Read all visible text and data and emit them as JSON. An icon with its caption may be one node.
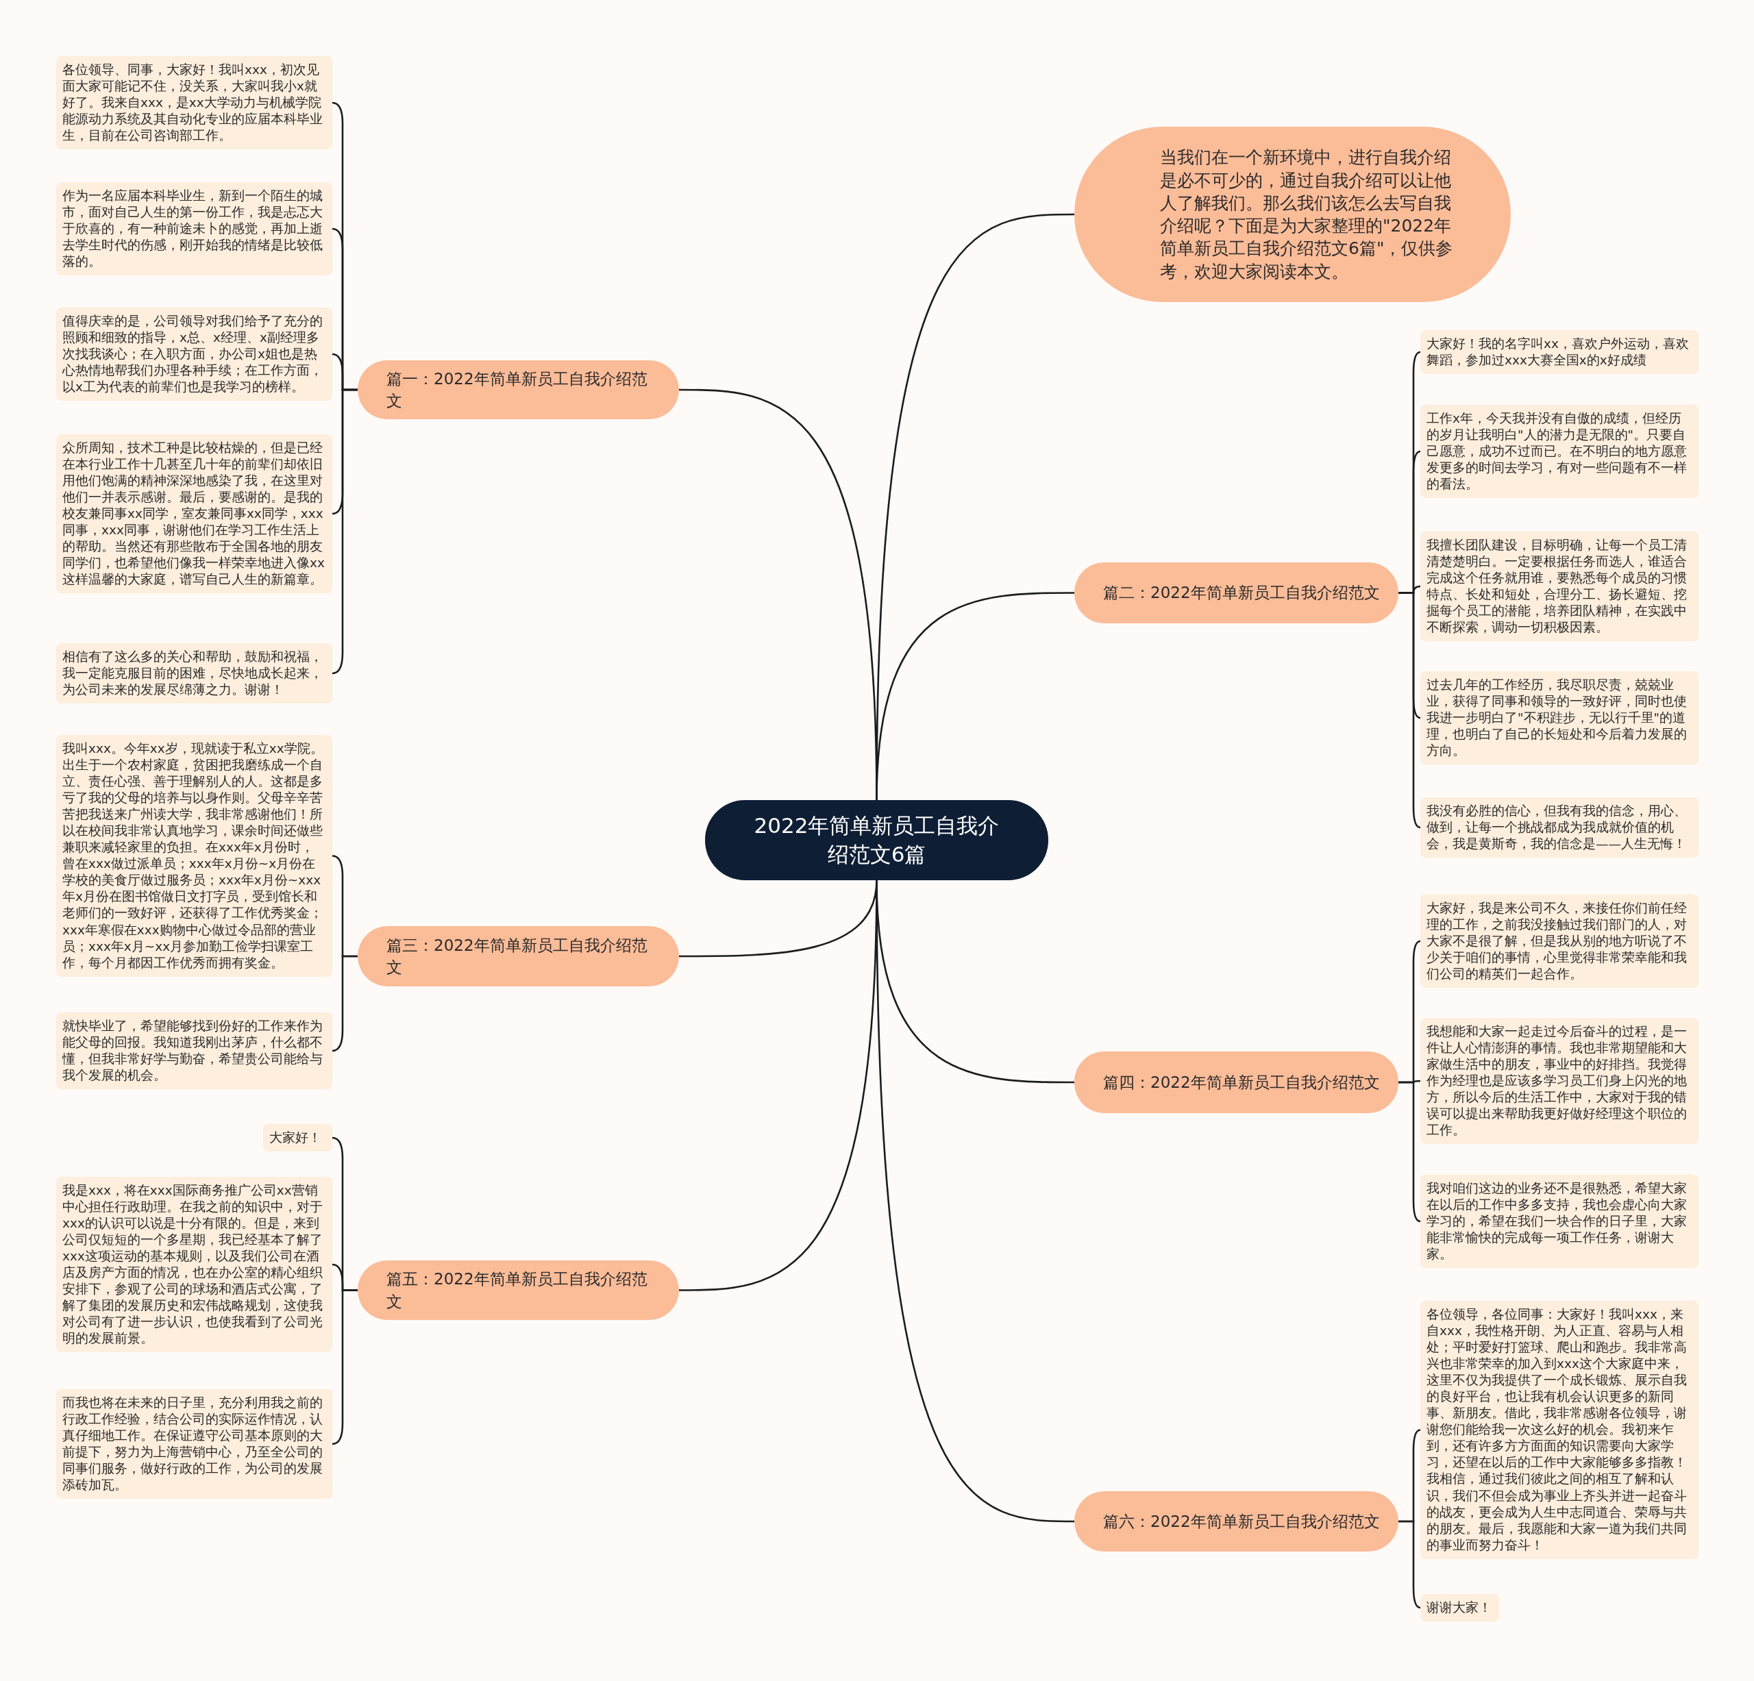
{
  "diagram": {
    "nodes": [
      {
        "text": [
          "2022年简单新员工自我介绍范文6篇"
        ]
      },
      {
        "text": [
          "当我们在一个新环境中，进行自我介绍是必不可少的，通过自我介绍可以让他人了解我们。那么我们该怎么去写自我介绍呢？下面是为大家整理的\"2022年简单新员工自我介绍范文6篇\"，仅供参考，欢迎大家阅读本文。"
        ]
      },
      {
        "text": [
          "篇一：2022年简单新员工自我介绍范文"
        ]
      },
      {
        "text": [
          "各位领导、同事，大家好！我叫xxx，初次见面大家可能记不住，没关系，大家叫我小x就好了。我来自xxx，是xx大学动力与机械学院能源动力系统及其自动化专业的应届本科毕业生，目前在公司咨询部工作。"
        ]
      },
      {
        "text": [
          "作为一名应届本科毕业生，新到一个陌生的城市，面对自己人生的第一份工作，我是忐忑大于欣喜的，有一种前途未卜的感觉，再加上逝去学生时代的伤感，刚开始我的情绪是比较低落的。"
        ]
      },
      {
        "text": [
          "值得庆幸的是，公司领导对我们给予了充分的照顾和细致的指导，x总、x经理、x副经理多次找我谈心；在入职方面，办公司x姐也是热心热情地帮我们办理各种手续；在工作方面，以x工为代表的前辈们也是我学习的榜样。"
        ]
      },
      {
        "text": [
          "众所周知，技术工种是比较枯燥的，但是已经在本行业工作十几甚至几十年的前辈们却依旧用他们饱满的精神深深地感染了我，在这里对他们一并表示感谢。最后，要感谢的。是我的校友兼同事xx同学，室友兼同事xx同学，xxx同事，xxx同事，谢谢他们在学习工作生活上的帮助。当然还有那些散布于全国各地的朋友同学们，也希望他们像我一样荣幸地进入像xx这样温馨的大家庭，谱写自己人生的新篇章。"
        ]
      },
      {
        "text": [
          "相信有了这么多的关心和帮助，鼓励和祝福，我一定能克服目前的困难，尽快地成长起来，为公司未来的发展尽绵薄之力。谢谢！"
        ]
      },
      {
        "text": [
          "篇二：2022年简单新员工自我介绍范文"
        ]
      },
      {
        "text": [
          "大家好！我的名字叫xx，喜欢户外运动，喜欢舞蹈，参加过xxx大赛全国x的x好成绩"
        ]
      },
      {
        "text": [
          "工作x年，今天我并没有自傲的成绩，但经历的岁月让我明白\"人的潜力是无限的\"。只要自己愿意，成功不过而已。在不明白的地方愿意发更多的时间去学习，有对一些问题有不一样的看法。"
        ]
      },
      {
        "text": [
          "我擅长团队建设，目标明确，让每一个员工清清楚楚明白。一定要根据任务而选人，谁适合完成这个任务就用谁，要熟悉每个成员的习惯特点、长处和短处，合理分工、扬长避短、挖掘每个员工的潜能，培养团队精神，在实践中不断探索，调动一切积极因素。"
        ]
      },
      {
        "text": [
          "过去几年的工作经历，我尽职尽责，兢兢业业，获得了同事和领导的一致好评，同时也使我进一步明白了\"不积跬步，无以行千里\"的道理，也明白了自己的长短处和今后着力发展的方向。"
        ]
      },
      {
        "text": [
          "我没有必胜的信心，但我有我的信念，用心、做到，让每一个挑战都成为我成就价值的机会，我是黄斯奇，我的信念是——人生无悔！"
        ]
      },
      {
        "text": [
          "篇三：2022年简单新员工自我介绍范文"
        ]
      },
      {
        "text": [
          "我叫xxx。今年xx岁，现就读于私立xx学院。出生于一个农村家庭，贫困把我磨练成一个自立、责任心强、善于理解别人的人。这都是多亏了我的父母的培养与以身作则。父母辛辛苦苦把我送来广州读大学，我非常感谢他们！所以在校间我非常认真地学习，课余时间还做些兼职来减轻家里的负担。在xxx年x月份时，曾在xxx做过派单员；xxx年x月份~x月份在学校的美食厅做过服务员；xxx年x月份~xxx年x月份在图书馆做日文打字员，受到馆长和老师们的一致好评，还获得了工作优秀奖金；xxx年寒假在xxx购物中心做过令品部的营业员；xxx年x月~xx月参加勤工俭学扫课室工作，每个月都因工作优秀而拥有奖金。"
        ]
      },
      {
        "text": [
          "就快毕业了，希望能够找到份好的工作来作为能父母的回报。我知道我刚出茅庐，什么都不懂，但我非常好学与勤奋，希望贵公司能给与我个发展的机会。"
        ]
      },
      {
        "text": [
          "篇四：2022年简单新员工自我介绍范文"
        ]
      },
      {
        "text": [
          "大家好，我是来公司不久，来接任你们前任经理的工作，之前我没接触过我们部门的人，对大家不是很了解，但是我从别的地方听说了不少关于咱们的事情，心里觉得非常荣幸能和我们公司的精英们一起合作。"
        ]
      },
      {
        "text": [
          "我想能和大家一起走过今后奋斗的过程，是一件让人心情澎湃的事情。我也非常期望能和大家做生活中的朋友，事业中的好排挡。我觉得作为经理也是应该多学习员工们身上闪光的地方，所以今后的生活工作中，大家对于我的错误可以提出来帮助我更好做好经理这个职位的工作。"
        ]
      },
      {
        "text": [
          "我对咱们这边的业务还不是很熟悉，希望大家在以后的工作中多多支持，我也会虚心向大家学习的，希望在我们一块合作的日子里，大家能非常愉快的完成每一项工作任务，谢谢大家。"
        ]
      },
      {
        "text": [
          "篇五：2022年简单新员工自我介绍范文"
        ]
      },
      {
        "text": [
          "大家好！"
        ]
      },
      {
        "text": [
          "我是xxx，将在xxx国际商务推广公司xx营销中心担任行政助理。在我之前的知识中，对于xxx的认识可以说是十分有限的。但是，来到公司仅短短的一个多星期，我已经基本了解了xxx这项运动的基本规则，以及我们公司在酒店及房产方面的情况，也在办公室的精心组织安排下，参观了公司的球场和酒店式公寓，了解了集团的发展历史和宏伟战略规划，这使我对公司有了进一步认识，也使我看到了公司光明的发展前景。"
        ]
      },
      {
        "text": [
          "而我也将在未来的日子里，充分利用我之前的行政工作经验，结合公司的实际运作情况，认真仔细地工作。在保证遵守公司基本原则的大前提下，努力为上海营销中心，乃至全公司的同事们服务，做好行政的工作，为公司的发展添砖加瓦。"
        ]
      },
      {
        "text": [
          "篇六：2022年简单新员工自我介绍范文"
        ]
      },
      {
        "text": [
          "各位领导，各位同事：大家好！我叫xxx，来自xxx，我性格开朗、为人正直、容易与人相处；平时爱好打篮球、爬山和跑步。我非常高兴也非常荣幸的加入到xxx这个大家庭中来，这里不仅为我提供了一个成长锻炼、展示自我的良好平台，也让我有机会认识更多的新同事、新朋友。借此，我非常感谢各位领导，谢谢您们能给我一次这么好的机会。我初来乍到，还有许多方方面面的知识需要向大家学习，还望在以后的工作中大家能够多多指教！我相信，通过我们彼此之间的相互了解和认识，我们不但会成为事业上齐头并进一起奋斗的战友，更会成为人生中志同道合、荣辱与共的朋友。最后，我愿能和大家一道为我们共同的事业而努力奋斗！"
        ]
      },
      {
        "text": [
          "谢谢大家！"
        ]
      }
    ],
    "edges": [
      {
        "from": 0,
        "to": 1,
        "arrow": "none"
      },
      {
        "from": 0,
        "to": 2,
        "arrow": "none"
      },
      {
        "from": 2,
        "to": 3,
        "arrow": "none"
      },
      {
        "from": 2,
        "to": 4,
        "arrow": "none"
      },
      {
        "from": 2,
        "to": 5,
        "arrow": "none"
      },
      {
        "from": 2,
        "to": 6,
        "arrow": "none"
      },
      {
        "from": 2,
        "to": 7,
        "arrow": "none"
      },
      {
        "from": 0,
        "to": 8,
        "arrow": "none"
      },
      {
        "from": 8,
        "to": 9,
        "arrow": "none"
      },
      {
        "from": 8,
        "to": 10,
        "arrow": "none"
      },
      {
        "from": 8,
        "to": 11,
        "arrow": "none"
      },
      {
        "from": 8,
        "to": 12,
        "arrow": "none"
      },
      {
        "from": 8,
        "to": 13,
        "arrow": "none"
      },
      {
        "from": 0,
        "to": 14,
        "arrow": "none"
      },
      {
        "from": 14,
        "to": 15,
        "arrow": "none"
      },
      {
        "from": 14,
        "to": 16,
        "arrow": "none"
      },
      {
        "from": 0,
        "to": 17,
        "arrow": "none"
      },
      {
        "from": 17,
        "to": 18,
        "arrow": "none"
      },
      {
        "from": 17,
        "to": 19,
        "arrow": "none"
      },
      {
        "from": 17,
        "to": 20,
        "arrow": "none"
      },
      {
        "from": 0,
        "to": 21,
        "arrow": "none"
      },
      {
        "from": 21,
        "to": 22,
        "arrow": "none"
      },
      {
        "from": 21,
        "to": 23,
        "arrow": "none"
      },
      {
        "from": 21,
        "to": 24,
        "arrow": "none"
      },
      {
        "from": 0,
        "to": 25,
        "arrow": "none"
      },
      {
        "from": 25,
        "to": 26,
        "arrow": "none"
      },
      {
        "from": 25,
        "to": 27,
        "arrow": "none"
      }
    ]
  }
}
